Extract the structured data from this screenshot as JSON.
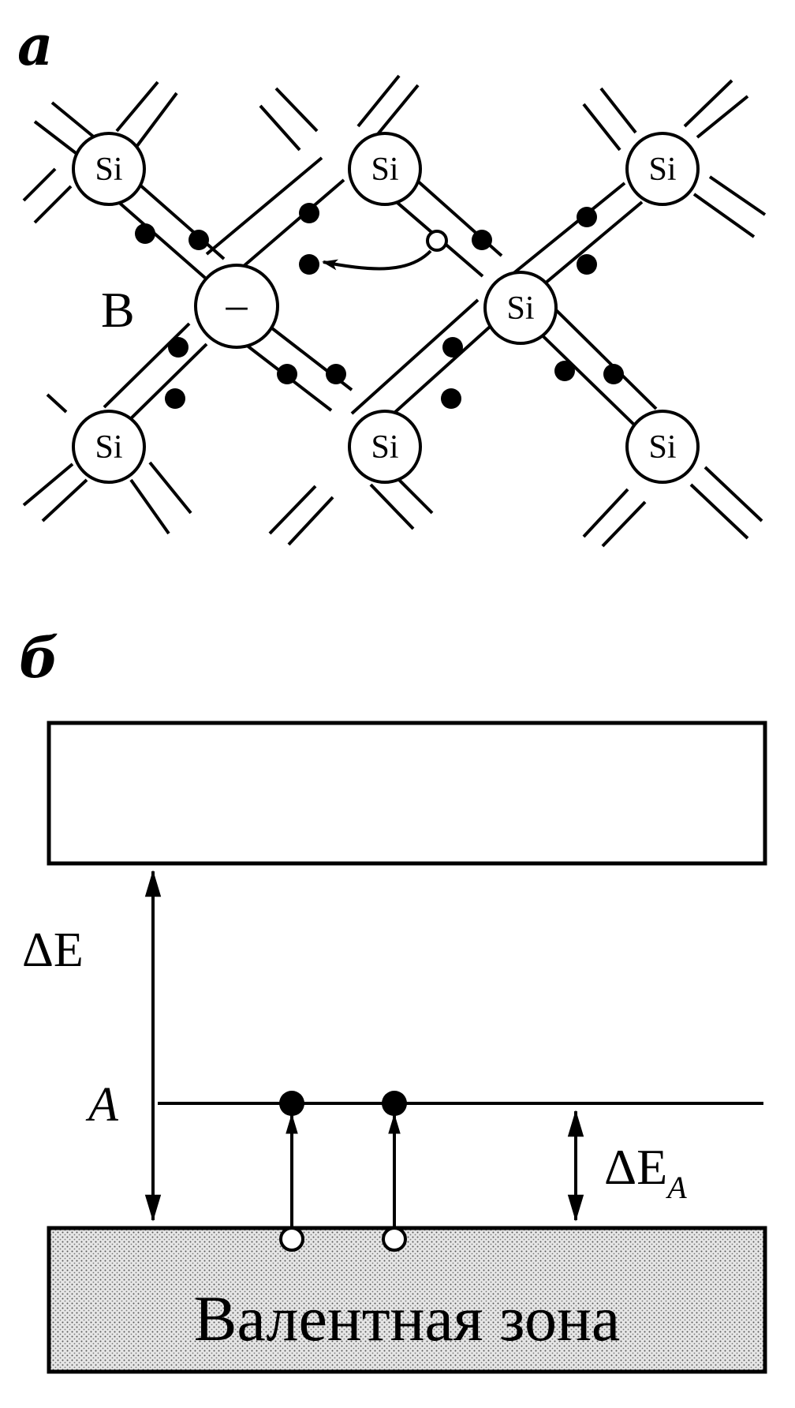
{
  "panel_a": {
    "label": "а",
    "si_label": "Si",
    "dopant_label": "B",
    "dopant_charge": "–"
  },
  "panel_b": {
    "label": "б",
    "gap_label": "ΔE",
    "acceptor_level_label": "A",
    "acceptor_gap_label": "ΔE",
    "acceptor_gap_subscript": "A",
    "valence_band_label": "Валентная зона"
  },
  "colors": {
    "ink": "#000000",
    "background": "#ffffff",
    "valence_band_fill": "#cfcfcf"
  }
}
